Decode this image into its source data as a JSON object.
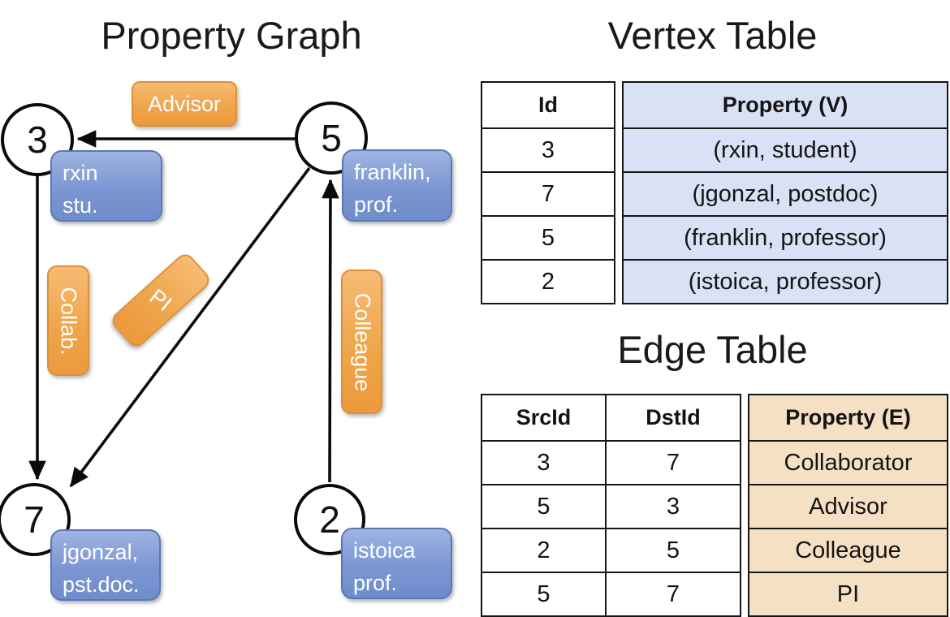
{
  "colors": {
    "vertex_box_blue": "#7B96D2",
    "vertex_box_border": "#5C77B5",
    "edge_label_orange": "#EFA449",
    "edge_label_border": "#DD9036",
    "vertex_table_fill": "#D9E2F4",
    "edge_table_fill": "#F6E0C4",
    "line_black": "#0a0a0a"
  },
  "graph": {
    "title": "Property Graph",
    "nodes": {
      "n3": "3",
      "n5": "5",
      "n7": "7",
      "n2": "2"
    },
    "node_boxes": {
      "rxin": {
        "lines": [
          "rxin",
          "stu."
        ]
      },
      "franklin": {
        "lines": [
          "franklin,",
          "prof."
        ]
      },
      "jgonzal": {
        "lines": [
          "jgonzal,",
          "pst.doc."
        ]
      },
      "istoica": {
        "lines": [
          "istoica",
          "prof."
        ]
      }
    },
    "edge_labels": {
      "advisor": "Advisor",
      "collab": "Collab.",
      "pi": "PI",
      "colleague": "Colleague"
    },
    "edges": [
      {
        "from": "5",
        "to": "3",
        "label": "Advisor"
      },
      {
        "from": "3",
        "to": "7",
        "label": "Collab."
      },
      {
        "from": "5",
        "to": "7",
        "label": "PI"
      },
      {
        "from": "2",
        "to": "5",
        "label": "Colleague"
      }
    ]
  },
  "vertex_table": {
    "title": "Vertex Table",
    "columns": [
      "Id",
      "Property (V)"
    ],
    "rows": [
      [
        "3",
        "(rxin, student)"
      ],
      [
        "7",
        "(jgonzal, postdoc)"
      ],
      [
        "5",
        "(franklin, professor)"
      ],
      [
        "2",
        "(istoica, professor)"
      ]
    ]
  },
  "edge_table": {
    "title": "Edge Table",
    "columns": [
      "SrcId",
      "DstId",
      "Property (E)"
    ],
    "rows": [
      [
        "3",
        "7",
        "Collaborator"
      ],
      [
        "5",
        "3",
        "Advisor"
      ],
      [
        "2",
        "5",
        "Colleague"
      ],
      [
        "5",
        "7",
        "PI"
      ]
    ]
  }
}
